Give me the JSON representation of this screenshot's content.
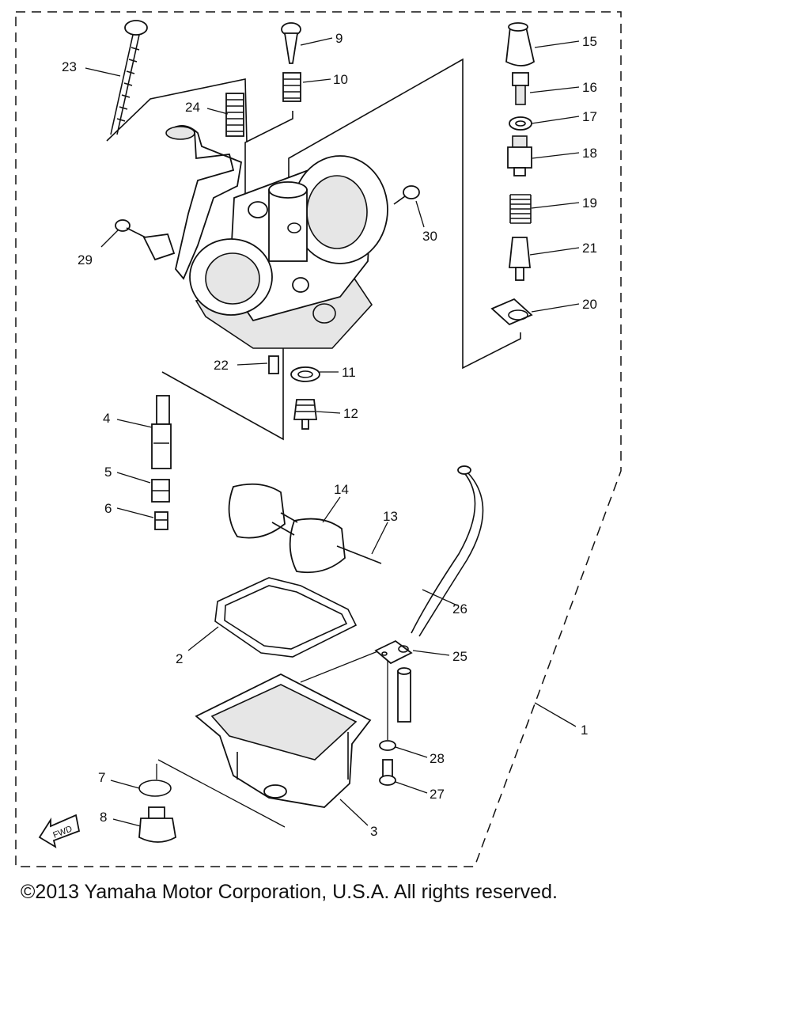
{
  "copyright": "©2013 Yamaha Motor Corporation, U.S.A. All rights reserved.",
  "fwd_label": "FWD",
  "parts": [
    {
      "id": "p1",
      "label": "1"
    },
    {
      "id": "p2",
      "label": "2"
    },
    {
      "id": "p3",
      "label": "3"
    },
    {
      "id": "p4",
      "label": "4"
    },
    {
      "id": "p5",
      "label": "5"
    },
    {
      "id": "p6",
      "label": "6"
    },
    {
      "id": "p7",
      "label": "7"
    },
    {
      "id": "p8",
      "label": "8"
    },
    {
      "id": "p9",
      "label": "9"
    },
    {
      "id": "p10",
      "label": "10"
    },
    {
      "id": "p11",
      "label": "11"
    },
    {
      "id": "p12",
      "label": "12"
    },
    {
      "id": "p13",
      "label": "13"
    },
    {
      "id": "p14",
      "label": "14"
    },
    {
      "id": "p15",
      "label": "15"
    },
    {
      "id": "p16",
      "label": "16"
    },
    {
      "id": "p17",
      "label": "17"
    },
    {
      "id": "p18",
      "label": "18"
    },
    {
      "id": "p19",
      "label": "19"
    },
    {
      "id": "p20",
      "label": "20"
    },
    {
      "id": "p21",
      "label": "21"
    },
    {
      "id": "p22",
      "label": "22"
    },
    {
      "id": "p23",
      "label": "23"
    },
    {
      "id": "p24",
      "label": "24"
    },
    {
      "id": "p25",
      "label": "25"
    },
    {
      "id": "p26",
      "label": "26"
    },
    {
      "id": "p27",
      "label": "27"
    },
    {
      "id": "p28",
      "label": "28"
    },
    {
      "id": "p29",
      "label": "29"
    },
    {
      "id": "p30",
      "label": "30"
    }
  ]
}
